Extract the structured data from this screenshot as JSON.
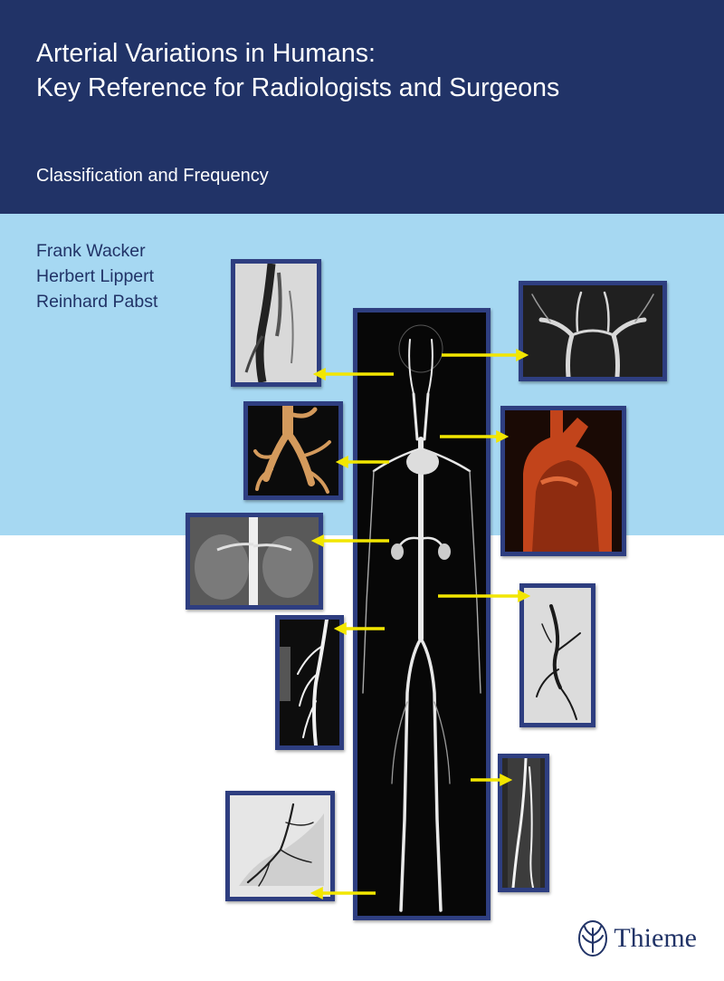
{
  "cover": {
    "title_line1": "Arterial Variations in Humans:",
    "title_line2": "Key Reference for Radiologists and Surgeons",
    "subtitle": "Classification and Frequency",
    "authors": [
      "Frank Wacker",
      "Herbert Lippert",
      "Reinhard Pabst"
    ],
    "publisher": "Thieme",
    "colors": {
      "navy": "#213367",
      "sky": "#a6d8f2",
      "arrow": "#f2e600"
    }
  },
  "images": [
    {
      "name": "full-body-angiogram",
      "icon": "angiogram-image"
    },
    {
      "name": "neck-angiogram",
      "icon": "angiogram-image"
    },
    {
      "name": "cerebral-angiogram",
      "icon": "angiogram-image"
    },
    {
      "name": "bronchial-tree-3d",
      "icon": "3d-render-image"
    },
    {
      "name": "aortic-arch-3d",
      "icon": "3d-render-image"
    },
    {
      "name": "abdominal-ct-angiogram",
      "icon": "ct-image"
    },
    {
      "name": "pelvic-angiogram",
      "icon": "angiogram-image"
    },
    {
      "name": "thigh-angiogram",
      "icon": "angiogram-image"
    },
    {
      "name": "lower-leg-angiogram",
      "icon": "angiogram-image"
    },
    {
      "name": "foot-angiogram",
      "icon": "angiogram-image"
    }
  ]
}
